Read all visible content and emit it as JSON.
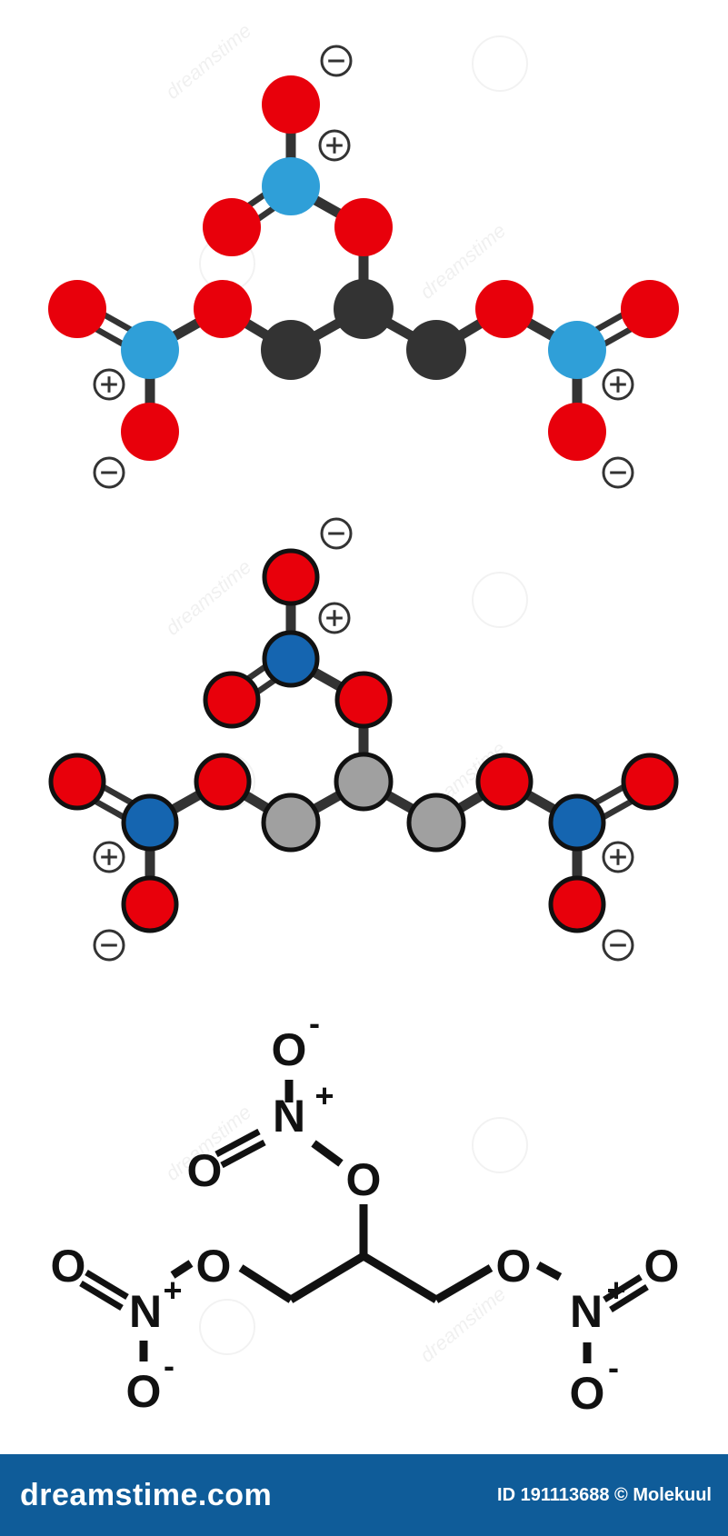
{
  "colors": {
    "oxygen_realistic": "#e8000b",
    "nitrogen_realistic": "#2f9fd8",
    "carbon_realistic": "#333333",
    "oxygen_cartoon": "#e8000b",
    "nitrogen_cartoon": "#1565b0",
    "carbon_cartoon": "#a0a0a0",
    "bond": "#333333",
    "footer_bg": "#0f5c99"
  },
  "structure": {
    "atom_symbols": {
      "O": "O",
      "N": "N"
    },
    "charges": {
      "plus": "+",
      "minus": "-"
    }
  },
  "watermark": {
    "text": "dreamstime"
  },
  "footer": {
    "brand": "dreamstime.com",
    "credit": "ID 191113688 © Molekuul"
  }
}
